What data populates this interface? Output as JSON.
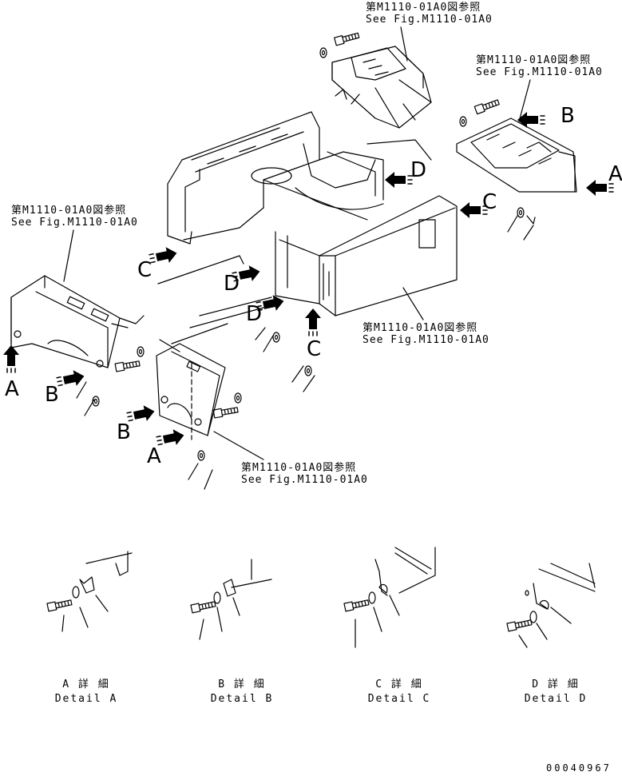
{
  "references": [
    {
      "jp": "第M1110-01A0図参照",
      "en": "See Fig.M1110-01A0"
    },
    {
      "jp": "第M1110-01A0図参照",
      "en": "See Fig.M1110-01A0"
    },
    {
      "jp": "第M1110-01A0図参照",
      "en": "See Fig.M1110-01A0"
    },
    {
      "jp": "第M1110-01A0図参照",
      "en": "See Fig.M1110-01A0"
    },
    {
      "jp": "第M1110-01A0図参照",
      "en": "See Fig.M1110-01A0"
    }
  ],
  "view_letters": [
    "A",
    "B",
    "C",
    "D"
  ],
  "details": [
    {
      "jp": "A 詳 細",
      "en": "Detail A"
    },
    {
      "jp": "B 詳 細",
      "en": "Detail B"
    },
    {
      "jp": "C 詳 細",
      "en": "Detail C"
    },
    {
      "jp": "D 詳 細",
      "en": "Detail D"
    }
  ],
  "drawing_number": "00040967"
}
